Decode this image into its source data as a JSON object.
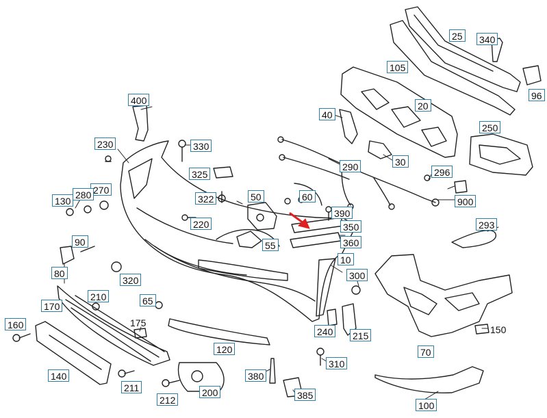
{
  "colors": {
    "line": "#222222",
    "callout_border": "#2d7fa8",
    "arrow": "#e02020"
  },
  "callouts": {
    "c25": "25",
    "c340": "340",
    "c105": "105",
    "c96": "96",
    "c20": "20",
    "c400": "400",
    "c40": "40",
    "c250": "250",
    "c230": "230",
    "c330": "330",
    "c30": "30",
    "c290": "290",
    "c296": "296",
    "c325": "325",
    "c270": "270",
    "c280": "280",
    "c130": "130",
    "c322": "322",
    "c50": "50",
    "c60": "60",
    "c900": "900",
    "c390": "390",
    "c220": "220",
    "c293": "293",
    "c350": "350",
    "c55": "55",
    "c360": "360",
    "c90": "90",
    "c10": "10",
    "c80": "80",
    "c320": "320",
    "c300": "300",
    "c210": "210",
    "c170": "170",
    "c65": "65",
    "c175": "175",
    "c240": "240",
    "c215": "215",
    "c160": "160",
    "c150": "150",
    "c120": "120",
    "c70": "70",
    "c310": "310",
    "c140": "140",
    "c380": "380",
    "c211": "211",
    "c200": "200",
    "c212": "212",
    "c385": "385",
    "c100": "100"
  }
}
